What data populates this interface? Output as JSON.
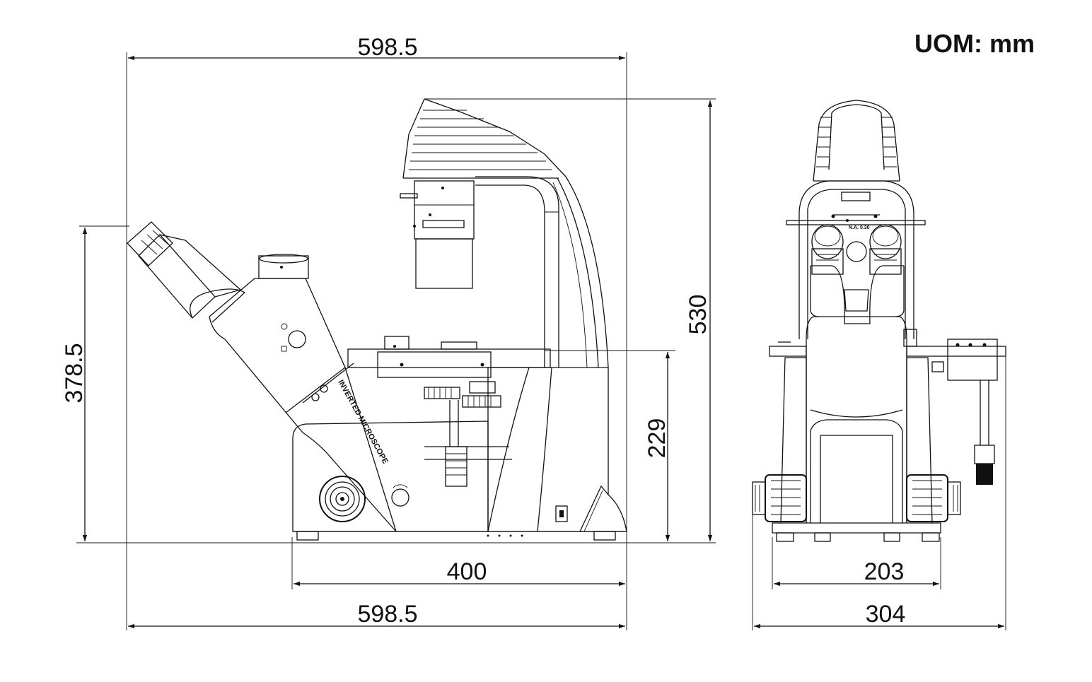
{
  "unit_label": "UOM: mm",
  "side_view": {
    "label_text": "INVERTED MICROSCOPE",
    "dimensions": {
      "overall_width_top": "598.5",
      "overall_height": "530",
      "eyepiece_height": "378.5",
      "stage_height": "229",
      "base_depth": "400",
      "overall_width_bottom": "598.5"
    }
  },
  "front_view": {
    "na_label": "N.A. 0.30",
    "dimensions": {
      "base_width": "203",
      "overall_width": "304"
    }
  }
}
